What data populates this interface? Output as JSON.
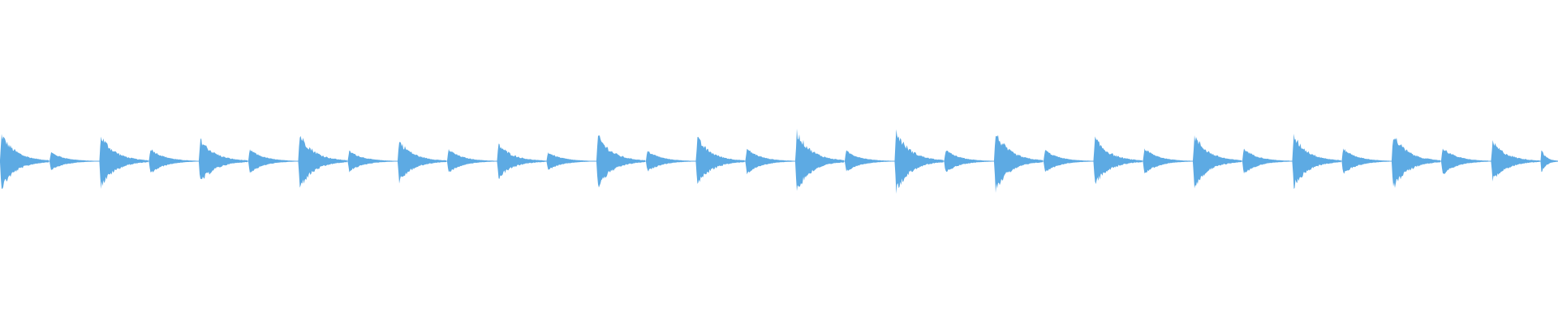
{
  "waveform": {
    "color": "#5daae3",
    "beats": [
      {
        "primary_amplitude": 0.95,
        "secondary_amplitude": 0.32
      },
      {
        "primary_amplitude": 0.9,
        "secondary_amplitude": 0.45
      },
      {
        "primary_amplitude": 0.78,
        "secondary_amplitude": 0.42
      },
      {
        "primary_amplitude": 0.95,
        "secondary_amplitude": 0.37
      },
      {
        "primary_amplitude": 0.72,
        "secondary_amplitude": 0.42
      },
      {
        "primary_amplitude": 0.6,
        "secondary_amplitude": 0.32
      },
      {
        "primary_amplitude": 0.9,
        "secondary_amplitude": 0.37
      },
      {
        "primary_amplitude": 0.82,
        "secondary_amplitude": 0.45
      },
      {
        "primary_amplitude": 1.05,
        "secondary_amplitude": 0.37
      },
      {
        "primary_amplitude": 1.05,
        "secondary_amplitude": 0.4
      },
      {
        "primary_amplitude": 1.0,
        "secondary_amplitude": 0.4
      },
      {
        "primary_amplitude": 0.82,
        "secondary_amplitude": 0.45
      },
      {
        "primary_amplitude": 0.9,
        "secondary_amplitude": 0.45
      },
      {
        "primary_amplitude": 0.9,
        "secondary_amplitude": 0.45
      },
      {
        "primary_amplitude": 0.95,
        "secondary_amplitude": 0.48
      },
      {
        "primary_amplitude": 0.68,
        "secondary_amplitude": 0.42
      }
    ]
  }
}
